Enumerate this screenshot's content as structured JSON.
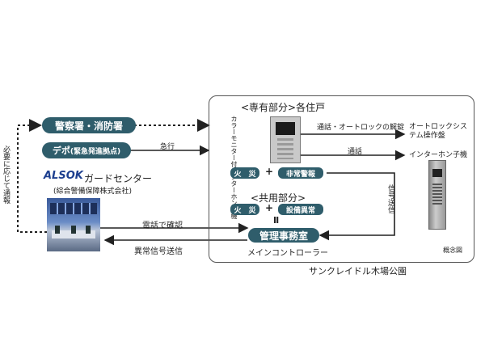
{
  "left_vertical_label": "必要に応じて通報",
  "police_fire": "警察署・消防署",
  "depot": "デポ",
  "depot_sub": "(緊急発進拠点)",
  "dispatch_label": "急行",
  "alsok_logo": "ALSOK",
  "guard_center": "ガードセンター",
  "company": "(綜合警備保障株式会社)",
  "private_area": "<専有部分>各住戸",
  "monitor_label": "カラーモニター付インターホン親機",
  "fire1": "火　災",
  "plus1": "+",
  "emergency": "非常警報",
  "call_unlock": "通話・オートロックの解錠",
  "autolock_panel": "オートロックシステム操作盤",
  "call": "通話",
  "intercom_child": "インターホン子機",
  "common_area": "<共用部分>",
  "fire2": "火　災",
  "plus2": "+",
  "equipment": "設備異常",
  "equals": "Ⅱ",
  "management_office": "管理事務室",
  "main_controller": "メインコントローラー",
  "signal_send": "信号送信",
  "phone_confirm": "電話で確認",
  "abnormal_signal": "異常信号送信",
  "concept": "概念図",
  "property": "サンクレイドル木場公園",
  "colors": {
    "pill": "#2f5d6b",
    "alsok_blue": "#1d3f8f"
  }
}
